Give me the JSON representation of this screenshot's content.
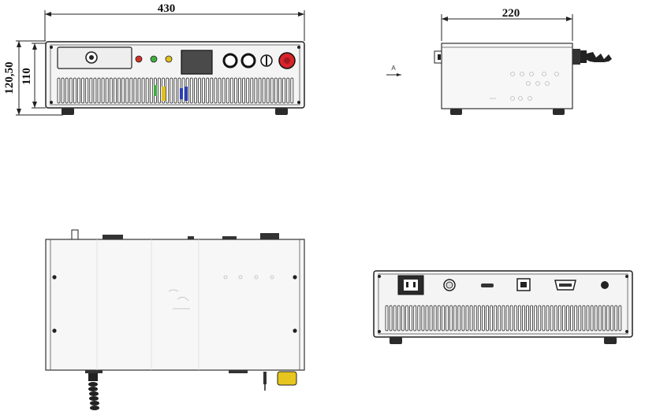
{
  "dimensions": {
    "front_width": "430",
    "side_depth": "220",
    "overall_height": "120,50",
    "body_height": "110"
  },
  "annotations": {
    "view_arrow_label": "A"
  },
  "colors": {
    "stroke": "#222222",
    "panel_fill": "#f4f4f4",
    "indicator_red": "#d0302a",
    "indicator_green": "#3fae3f",
    "indicator_yellow": "#e0c020",
    "estop_red": "#d8242a",
    "connector_yellow": "#e6c61e",
    "highlight_blue": "#2a3fb4"
  }
}
